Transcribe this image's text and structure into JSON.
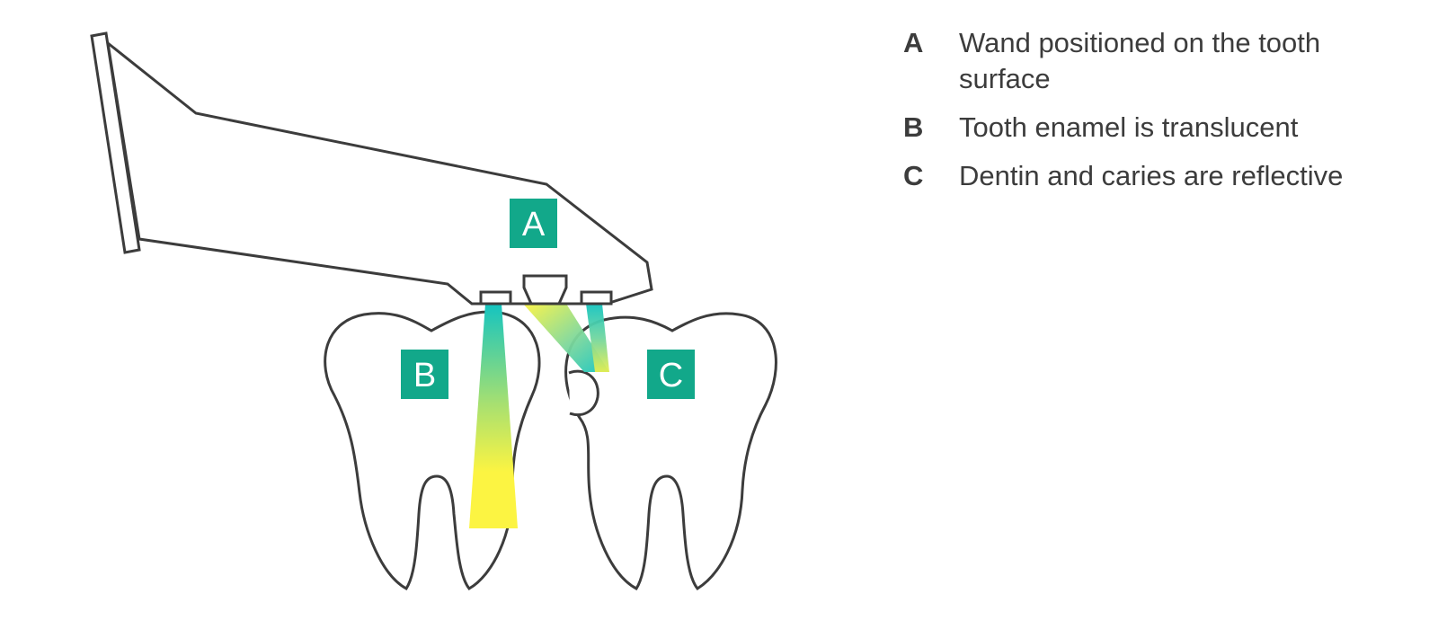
{
  "colors": {
    "outline": "#3c3c3c",
    "badge": "#12a88a",
    "beam_teal": "#14c4c0",
    "beam_yellow": "#fcf442"
  },
  "labels": {
    "a": "A",
    "b": "B",
    "c": "C"
  },
  "legend": [
    {
      "key": "A",
      "text": "Wand positioned on the tooth surface"
    },
    {
      "key": "B",
      "text": "Tooth enamel is translucent"
    },
    {
      "key": "C",
      "text": "Dentin and caries are reflective"
    }
  ]
}
